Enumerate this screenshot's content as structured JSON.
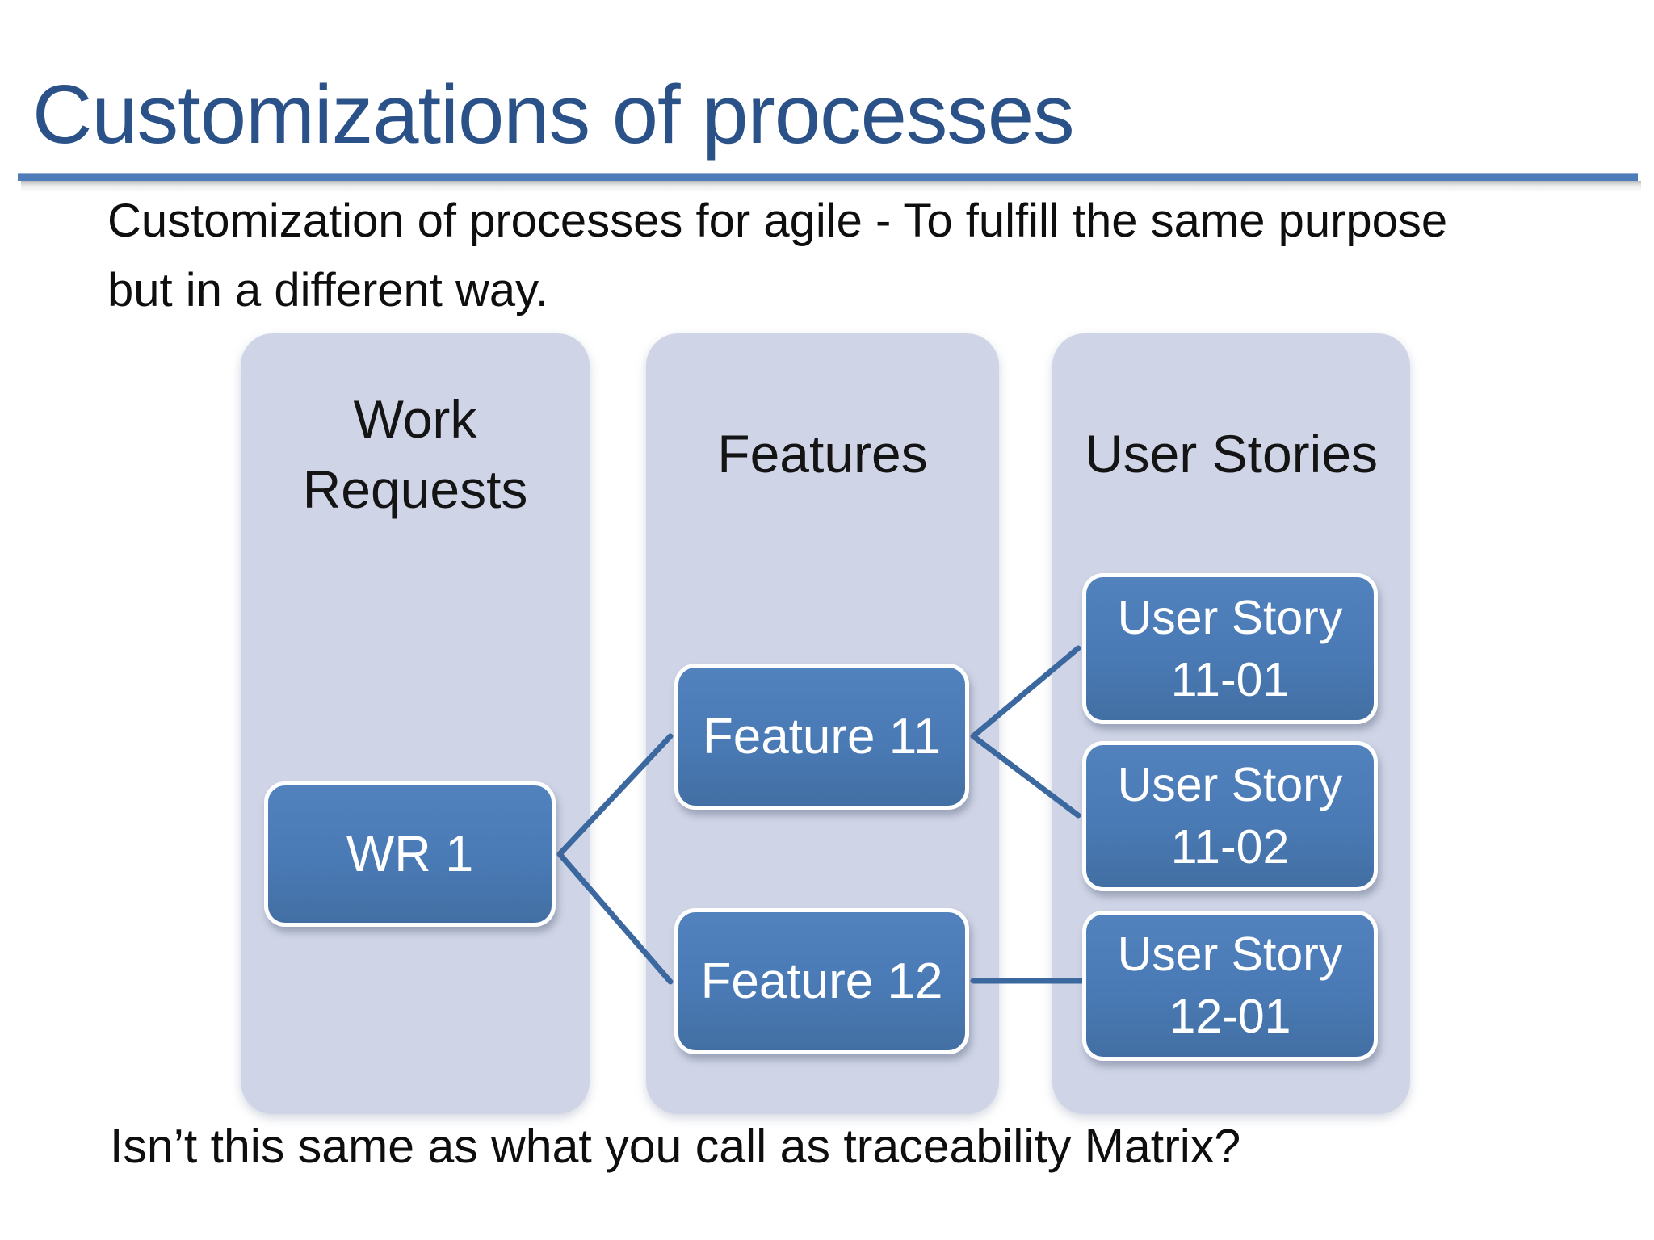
{
  "slide": {
    "title": "Customizations of processes",
    "body_line1": "Customization of processes for agile - To fulfill the same purpose",
    "body_line2": "but in a different way.",
    "footer": "Isn’t this same as what you call as traceability Matrix?"
  },
  "diagram": {
    "columns": [
      {
        "header": "Work Requests"
      },
      {
        "header": "Features"
      },
      {
        "header": "User Stories"
      }
    ],
    "nodes": [
      {
        "id": "wr1",
        "column": "Work Requests",
        "label": "WR 1"
      },
      {
        "id": "f11",
        "column": "Features",
        "label": "Feature 11"
      },
      {
        "id": "f12",
        "column": "Features",
        "label": "Feature 12"
      },
      {
        "id": "us1101",
        "column": "User Stories",
        "label": "User Story 11-01"
      },
      {
        "id": "us1102",
        "column": "User Stories",
        "label": "User Story 11-02"
      },
      {
        "id": "us1201",
        "column": "User Stories",
        "label": "User Story 12-01"
      }
    ],
    "connections": [
      {
        "from": "wr1",
        "to": "f11"
      },
      {
        "from": "wr1",
        "to": "f12"
      },
      {
        "from": "f11",
        "to": "us1101"
      },
      {
        "from": "f11",
        "to": "us1102"
      },
      {
        "from": "f12",
        "to": "us1201"
      }
    ]
  },
  "colors": {
    "title_blue": "#2a5288",
    "rule_blue": "#4e7cb8",
    "column_fill": "#cfd5e6",
    "node_fill": "#4a7ab5",
    "node_border": "#ffffff",
    "node_text": "#ffffff",
    "connector_blue": "#3c68a0",
    "body_text": "#0e0e0e",
    "background": "#ffffff"
  }
}
